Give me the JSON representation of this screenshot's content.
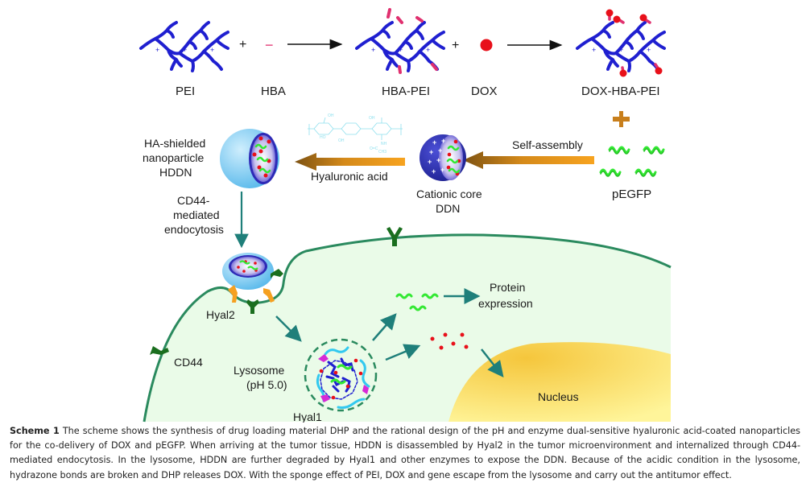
{
  "synthesis": {
    "pei_label": "PEI",
    "hba_label": "HBA",
    "hba_pei_label": "HBA-PEI",
    "dox_label": "DOX",
    "dox_hba_pei_label": "DOX-HBA-PEI",
    "plus_symbol": "+",
    "minus_symbol": "−",
    "charge_symbol": "+"
  },
  "assembly": {
    "hdd_title_lines": [
      "HA-shielded",
      "nanoparticle",
      "HDDN"
    ],
    "hyaluronic_acid_label": "Hyaluronic acid",
    "cationic_core_lines": [
      "Cationic core",
      "DDN"
    ],
    "self_assembly_label": "Self-assembly",
    "pegfp_label": "pEGFP",
    "endocytosis_lines": [
      "CD44-",
      "mediated",
      "endocytosis"
    ],
    "ha_structure_labels": [
      "OH",
      "O",
      "HO",
      "OH",
      "NH",
      "O=C",
      "CH3",
      "OH"
    ]
  },
  "cell": {
    "hyal2_label": "Hyal2",
    "cd44_label": "CD44",
    "lysosome_lines": [
      "Lysosome",
      "(pH 5.0)"
    ],
    "hyal1_label": "Hyal1",
    "protein_expression_lines": [
      "Protein",
      "expression"
    ],
    "nucleus_label": "Nucleus"
  },
  "caption": {
    "lead": "Scheme 1",
    "text": " The scheme shows the synthesis of drug loading material DHP and the rational design of the pH and enzyme dual-sensitive hyaluronic acid-coated nanoparticles for the co-delivery of DOX and pEGFP. When arriving at the tumor tissue, HDDN is disassembled by Hyal2 in the tumor microenvironment and internalized through CD44-mediated endocytosis. In the lysosome, HDDN are further degraded by Hyal1 and other enzymes to expose the DDN. Because of the acidic condition in the lysosome, hydrazone bonds are broken and DHP releases DOX. With the sponge effect of PEI, DOX and gene escape from the lysosome and carry out the antitumor effect."
  },
  "colors": {
    "pei_blue": "#1f1fd0",
    "hba_pink": "#e0306f",
    "dox_red": "#e8101a",
    "gene_green": "#33e833",
    "arrow_orange": "#f39a1e",
    "arrow_brown": "#8a5a14",
    "membrane_green": "#2a8a5e",
    "cd44_green": "#1a6e1e",
    "cytoplasm": "#eafbe8",
    "teal_arrow": "#1f7f7a",
    "nucleus_yellow": "#f7cf45",
    "ha_shell": "#6fc6ef"
  }
}
